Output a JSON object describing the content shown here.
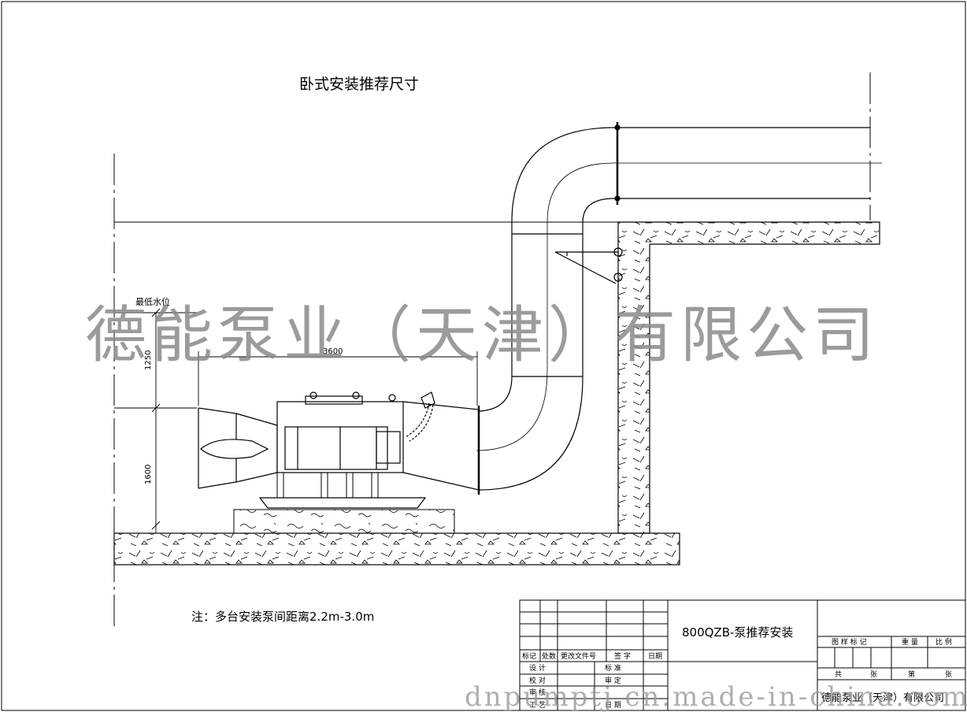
{
  "drawing_title": "卧式安装推荐尺寸",
  "water_level_label": "最低水位",
  "dimensions": {
    "length": "3600",
    "depth_upper": "1250",
    "depth_lower": "1600"
  },
  "note": "注：多台安装泵间距离2.2m-3.0m",
  "title_block": {
    "drawing_name": "800QZB-泵推荐安装",
    "header_cells": [
      "标记",
      "处数",
      "更改文件号",
      "签  字",
      "日期"
    ],
    "left_labels": [
      "设  计",
      "校  对",
      "审  核",
      "工  艺"
    ],
    "mid_labels": [
      "标  准",
      "审  定",
      "",
      "日  期"
    ],
    "right_header": [
      "图 样 标 记",
      "重 量",
      "比 例"
    ],
    "sheet_labels": [
      "共",
      "张",
      "第",
      "张"
    ],
    "company": "德能泵业（天津）有限公司"
  },
  "watermark": {
    "company": "德能泵业（天津）有限公司",
    "url": "dnpumptj.cn.made-in-china.com"
  }
}
